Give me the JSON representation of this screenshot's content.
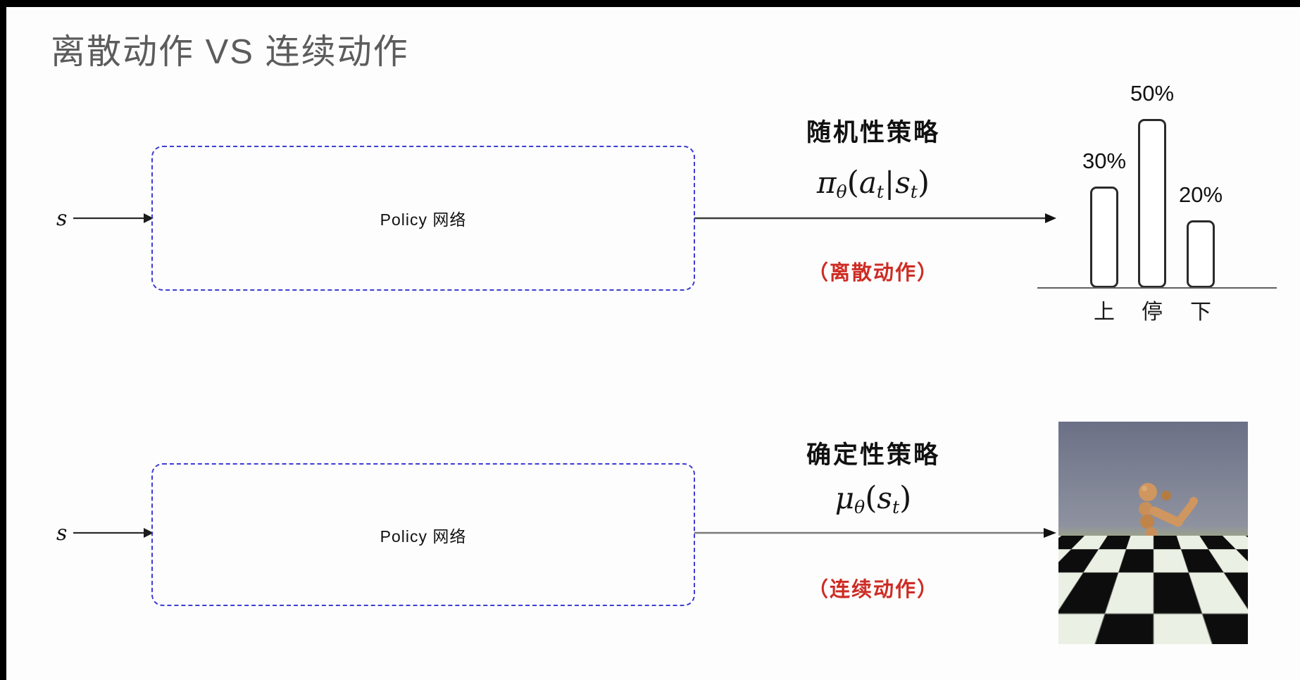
{
  "title": "离散动作 VS 连续动作",
  "stochastic": {
    "input_label": "s",
    "box_label": "Policy 网络",
    "heading": "随机性策略",
    "formula": {
      "fn": "π",
      "fn_sub": "θ",
      "open": "(",
      "arg1": "a",
      "arg1_sub": "t",
      "sep": "|",
      "arg2": "s",
      "arg2_sub": "t",
      "close": ")"
    },
    "note": "（离散动作）"
  },
  "deterministic": {
    "input_label": "s",
    "box_label": "Policy 网络",
    "heading": "确定性策略",
    "formula": {
      "fn": "μ",
      "fn_sub": "θ",
      "open": "(",
      "arg1": "s",
      "arg1_sub": "t",
      "close": ")"
    },
    "note": "（连续动作）"
  },
  "chart_data": {
    "type": "bar",
    "categories": [
      "上",
      "停",
      "下"
    ],
    "values": [
      30,
      50,
      20
    ],
    "value_labels": [
      "30%",
      "50%",
      "20%"
    ],
    "ylim": [
      0,
      55
    ],
    "title": "",
    "xlabel": "",
    "ylabel": ""
  },
  "colors": {
    "accent_blue": "#3d3dd2",
    "note_red": "#ce2c24",
    "title_gray": "#5c5c5c",
    "bar_outline": "#2a2a2a"
  }
}
